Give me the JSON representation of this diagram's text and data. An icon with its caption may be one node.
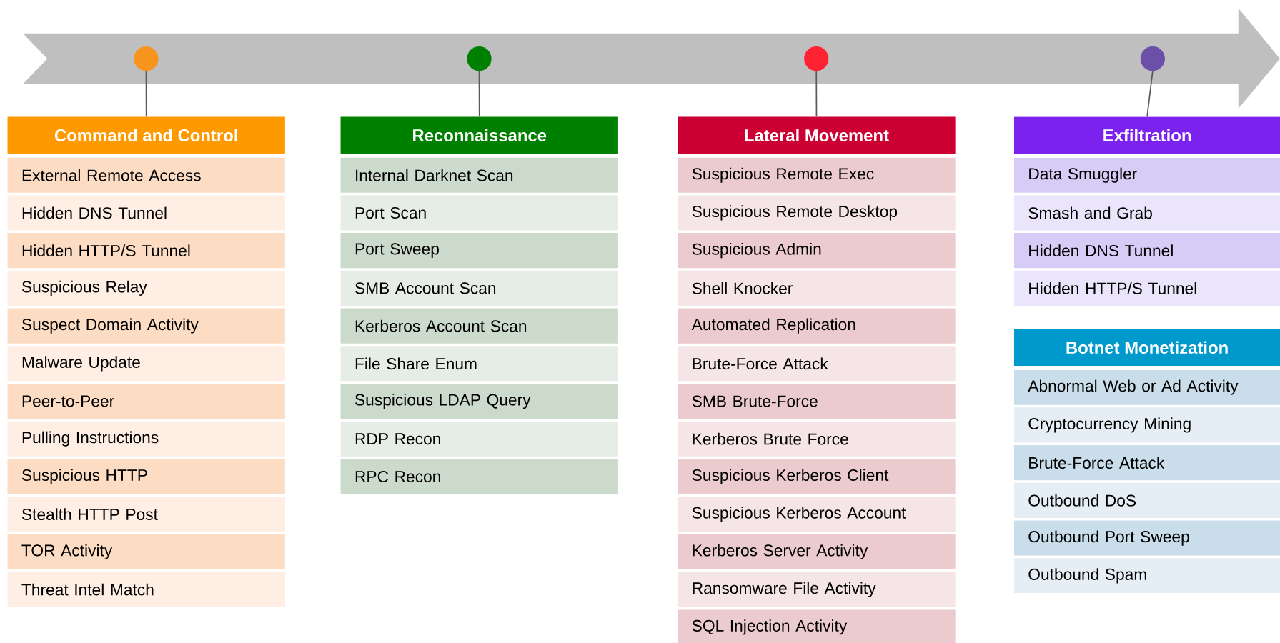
{
  "diagram": {
    "nodes": [
      {
        "text": [],
        "shape": "circle"
      },
      {
        "text": [],
        "shape": "circle"
      },
      {
        "text": [],
        "shape": "circle"
      },
      {
        "text": [],
        "shape": "circle"
      },
      {
        "text": [
          "Command and Control"
        ]
      },
      {
        "text": [
          "External Remote Access"
        ]
      },
      {
        "text": [
          "Hidden DNS Tunnel"
        ]
      },
      {
        "text": [
          "Hidden HTTP/S Tunnel"
        ]
      },
      {
        "text": [
          "Suspicious Relay"
        ]
      },
      {
        "text": [
          "Suspect Domain Activity"
        ]
      },
      {
        "text": [
          "Malware Update"
        ]
      },
      {
        "text": [
          "Peer-to-Peer"
        ]
      },
      {
        "text": [
          "Pulling Instructions"
        ]
      },
      {
        "text": [
          "Suspicious HTTP"
        ]
      },
      {
        "text": [
          "Stealth HTTP Post"
        ]
      },
      {
        "text": [
          "TOR Activity"
        ]
      },
      {
        "text": [
          "Threat Intel Match"
        ]
      },
      {
        "text": [
          "Reconnaissance"
        ]
      },
      {
        "text": [
          "Internal Darknet Scan"
        ]
      },
      {
        "text": [
          "Port Scan"
        ]
      },
      {
        "text": [
          "Port Sweep"
        ]
      },
      {
        "text": [
          "SMB Account Scan"
        ]
      },
      {
        "text": [
          "Kerberos Account Scan"
        ]
      },
      {
        "text": [
          "File Share Enum"
        ]
      },
      {
        "text": [
          "Suspicious LDAP Query"
        ]
      },
      {
        "text": [
          "RDP Recon"
        ]
      },
      {
        "text": [
          "RPC Recon"
        ]
      },
      {
        "text": [
          "Lateral Movement"
        ]
      },
      {
        "text": [
          "Suspicious Remote Exec"
        ]
      },
      {
        "text": [
          "Suspicious Remote Desktop"
        ]
      },
      {
        "text": [
          "Suspicious Admin"
        ]
      },
      {
        "text": [
          "Shell Knocker"
        ]
      },
      {
        "text": [
          "Automated Replication"
        ]
      },
      {
        "text": [
          "Brute-Force Attack"
        ]
      },
      {
        "text": [
          "SMB Brute-Force"
        ]
      },
      {
        "text": [
          "Kerberos Brute Force"
        ]
      },
      {
        "text": [
          "Suspicious Kerberos Client"
        ]
      },
      {
        "text": [
          "Suspicious Kerberos Account"
        ]
      },
      {
        "text": [
          "Kerberos Server Activity"
        ]
      },
      {
        "text": [
          "Ransomware File Activity"
        ]
      },
      {
        "text": [
          "SQL Injection Activity"
        ]
      },
      {
        "text": [
          "Exfiltration"
        ]
      },
      {
        "text": [
          "Data Smuggler"
        ]
      },
      {
        "text": [
          "Smash and Grab"
        ]
      },
      {
        "text": [
          "Hidden DNS Tunnel"
        ]
      },
      {
        "text": [
          "Hidden HTTP/S Tunnel"
        ]
      },
      {
        "text": [
          "Botnet Monetization"
        ]
      },
      {
        "text": [
          "Abnormal Web or Ad Activity"
        ]
      },
      {
        "text": [
          "Cryptocurrency Mining"
        ]
      },
      {
        "text": [
          "Brute-Force Attack"
        ]
      },
      {
        "text": [
          "Outbound DoS"
        ]
      },
      {
        "text": [
          "Outbound Port Sweep"
        ]
      },
      {
        "text": [
          "Outbound Spam"
        ]
      }
    ],
    "edges": [
      {
        "from": 0,
        "to": 4,
        "arrow": "none"
      },
      {
        "from": 1,
        "to": 17,
        "arrow": "none"
      },
      {
        "from": 2,
        "to": 27,
        "arrow": "none"
      },
      {
        "from": 3,
        "to": 41,
        "arrow": "none"
      }
    ]
  }
}
